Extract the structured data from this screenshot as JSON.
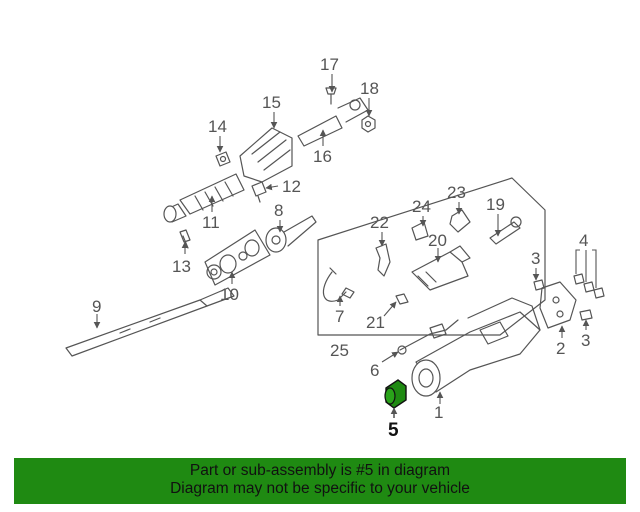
{
  "callouts": {
    "c1": "1",
    "c2": "2",
    "c3a": "3",
    "c3b": "3",
    "c4": "4",
    "c5": "5",
    "c6": "6",
    "c7": "7",
    "c8": "8",
    "c9": "9",
    "c10": "10",
    "c11": "11",
    "c12": "12",
    "c13": "13",
    "c14": "14",
    "c15": "15",
    "c16": "16",
    "c17": "17",
    "c18": "18",
    "c19": "19",
    "c20": "20",
    "c21": "21",
    "c22": "22",
    "c23": "23",
    "c24": "24",
    "c25": "25"
  },
  "highlight": {
    "part_number": "5",
    "color": "#1f8a12"
  },
  "banner": {
    "line1": "Part or sub-assembly is #5 in diagram",
    "line2": "Diagram may not be specific to your vehicle",
    "background": "#1f8a12"
  }
}
